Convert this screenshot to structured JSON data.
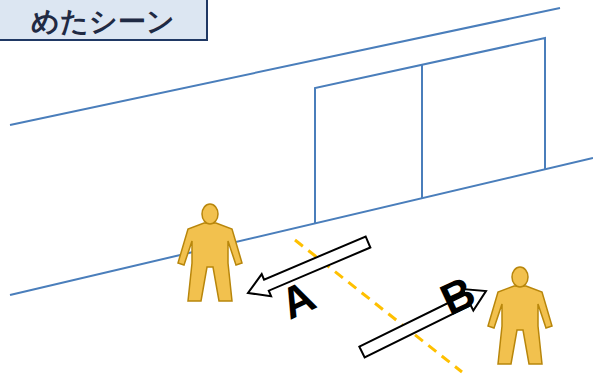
{
  "diagram": {
    "title": "めたシーン",
    "labels": [
      "A",
      "B"
    ]
  }
}
